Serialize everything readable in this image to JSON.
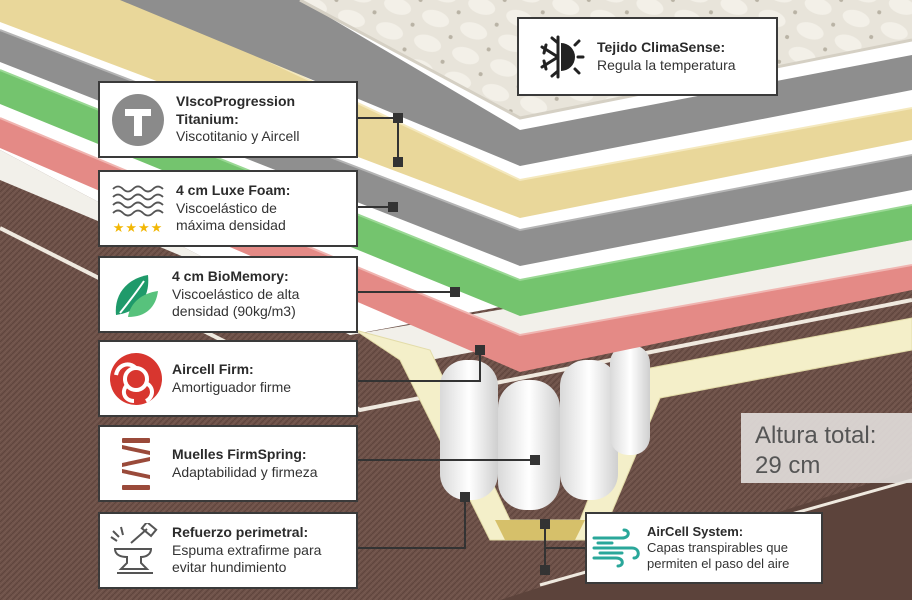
{
  "callouts": {
    "climasense": {
      "title": "Tejido ClimaSense:",
      "desc": "Regula la temperatura",
      "icon": "snowflake-sun-icon"
    },
    "viscoprogression": {
      "title": "VIscoProgression Titanium:",
      "desc": "Viscotitanio y Aircell",
      "icon": "titanium-t-icon"
    },
    "luxe_foam": {
      "title": "4 cm Luxe Foam:",
      "desc": "Viscoelástico de máxima densidad",
      "stars": "★★★★",
      "icon": "foam-waves-icon"
    },
    "biomemory": {
      "title": "4 cm BioMemory:",
      "desc": "Viscoelástico de alta densidad (90kg/m3)",
      "icon": "leaf-icon"
    },
    "aircell_firm": {
      "title": "Aircell Firm:",
      "desc": "Amortiguador firme",
      "icon": "aircell-firm-icon"
    },
    "muelles": {
      "title": "Muelles FirmSpring:",
      "desc": "Adaptabilidad y firmeza",
      "icon": "spring-icon"
    },
    "refuerzo": {
      "title": "Refuerzo perimetral:",
      "desc": "Espuma extrafirme para evitar hundimiento",
      "icon": "anvil-hammer-icon"
    },
    "aircell_system": {
      "title": "AirCell System:",
      "desc": "Capas transpirables que permiten el paso del aire",
      "icon": "air-flow-icon"
    }
  },
  "altura": {
    "line1": "Altura total:",
    "line2": "29 cm"
  },
  "colors": {
    "cream_layer": "#e9d79a",
    "gray_layer": "#8f8f8f",
    "green_layer": "#74c46e",
    "red_layer": "#e48a86",
    "fabric_brown": "#6b5148",
    "pillow_top": "#e6e2d8",
    "aircell_red": "#d8362f",
    "leaf_green": "#3aa860",
    "air_teal": "#2aa79a",
    "spring_brown": "#9a4a3a",
    "connector": "#333333"
  }
}
